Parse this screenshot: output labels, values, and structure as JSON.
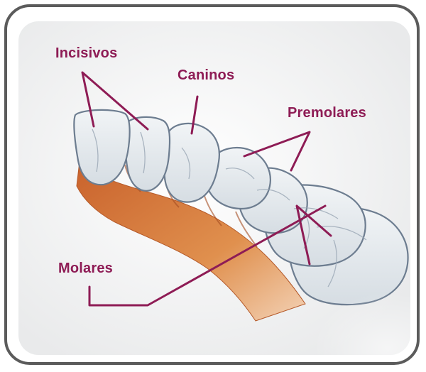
{
  "labels": {
    "incisivos": "Incisivos",
    "caninos": "Caninos",
    "premolares": "Premolares",
    "molares": "Molares"
  },
  "colors": {
    "frame_border": "#5b5b5b",
    "label_text": "#8e1c55",
    "leader_line": "#8e1c55",
    "gum": "#d2773e",
    "tooth_fill": "#e4e9ed",
    "tooth_outline": "#6d7d90"
  }
}
